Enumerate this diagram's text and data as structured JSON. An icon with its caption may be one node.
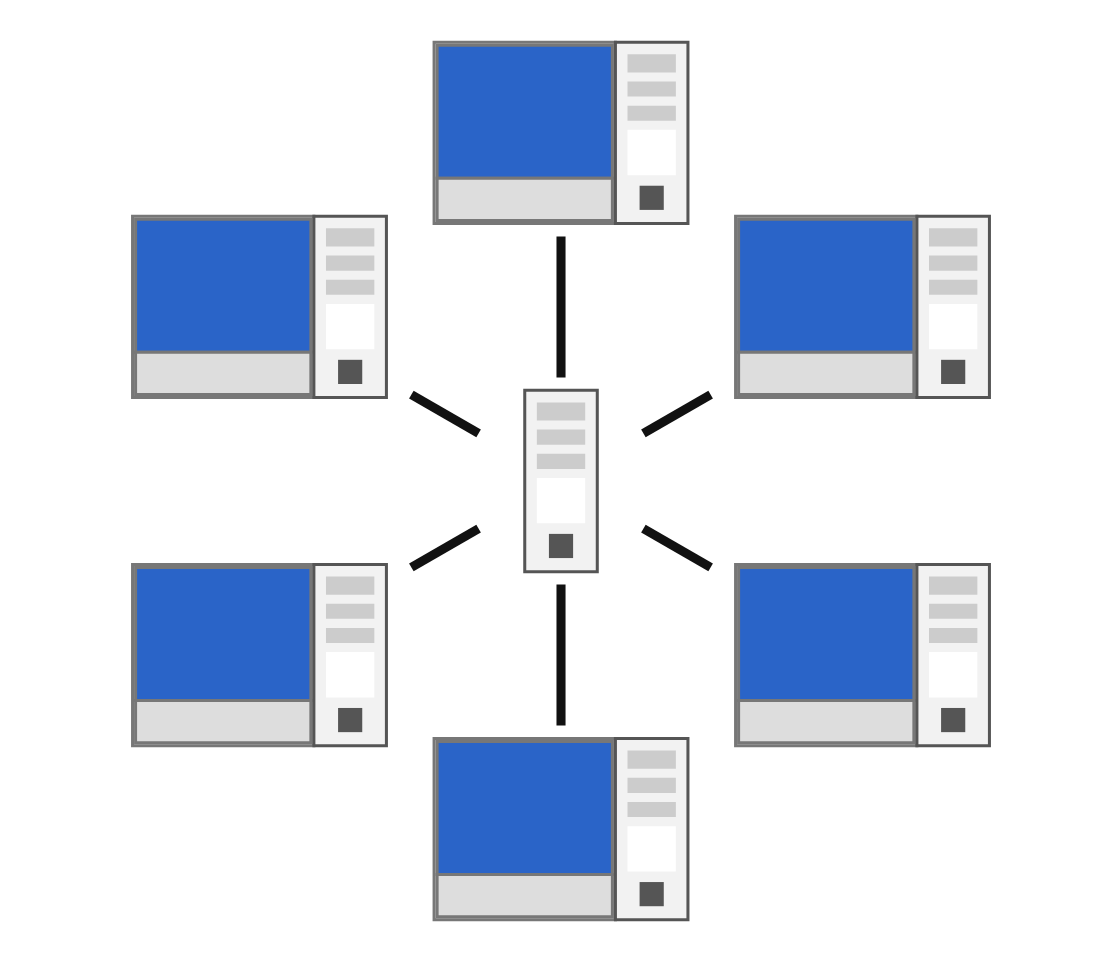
{
  "diagram": {
    "nodes": [
      {
        "text": [],
        "shape": "computer"
      },
      {
        "text": [],
        "shape": "computer"
      },
      {
        "text": [],
        "shape": "computer"
      },
      {
        "text": [],
        "shape": "server"
      },
      {
        "text": [],
        "shape": "computer"
      },
      {
        "text": [],
        "shape": "computer"
      },
      {
        "text": [],
        "shape": "computer"
      }
    ],
    "edges": [
      {
        "from": 3,
        "to": 0,
        "arrow": "none"
      },
      {
        "from": 3,
        "to": 1,
        "arrow": "none"
      },
      {
        "from": 3,
        "to": 2,
        "arrow": "none"
      },
      {
        "from": 3,
        "to": 4,
        "arrow": "none"
      },
      {
        "from": 3,
        "to": 5,
        "arrow": "none"
      },
      {
        "from": 3,
        "to": 6,
        "arrow": "none"
      }
    ]
  }
}
